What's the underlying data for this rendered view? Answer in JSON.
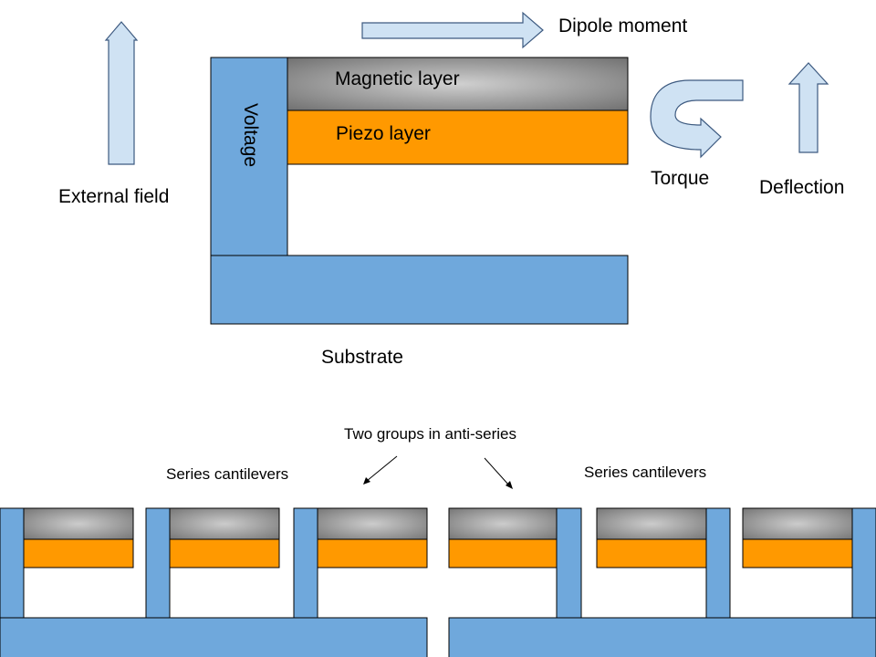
{
  "top": {
    "dipole_moment": "Dipole moment",
    "magnetic_layer": "Magnetic layer",
    "piezo_layer": "Piezo layer",
    "voltage": "Voltage",
    "external_field": "External field",
    "torque": "Torque",
    "deflection": "Deflection",
    "substrate": "Substrate"
  },
  "bottom": {
    "anti_series": "Two groups in anti-series",
    "series_left": "Series cantilevers",
    "series_right": "Series cantilevers"
  },
  "colors": {
    "blue": "#6fa8dc",
    "orange": "#ff9900",
    "magnet_light": "#cfcfcf",
    "magnet_dark": "#6a6a6a",
    "arrow_fill": "#cfe2f3",
    "arrow_stroke": "#3d5a80"
  }
}
